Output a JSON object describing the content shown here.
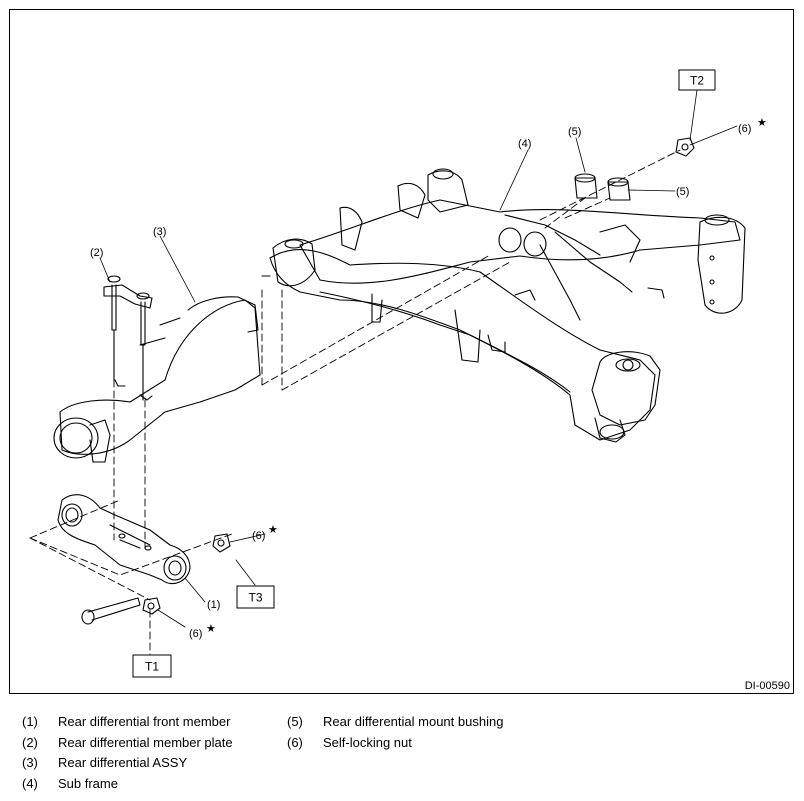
{
  "figure_id": "DI-00590",
  "callouts": {
    "c1": "(1)",
    "c2": "(2)",
    "c3": "(3)",
    "c4": "(4)",
    "c5a": "(5)",
    "c5b": "(5)",
    "c6a": "(6)",
    "c6b": "(6)",
    "c6c": "(6)"
  },
  "star": "★",
  "torque_labels": {
    "t1": "T1",
    "t2": "T2",
    "t3": "T3"
  },
  "legend": [
    {
      "num": "(1)",
      "text": "Rear differential front member"
    },
    {
      "num": "(2)",
      "text": "Rear differential member plate"
    },
    {
      "num": "(3)",
      "text": "Rear differential ASSY"
    },
    {
      "num": "(4)",
      "text": "Sub frame"
    },
    {
      "num": "(5)",
      "text": "Rear differential mount bushing"
    },
    {
      "num": "(6)",
      "text": "Self-locking nut"
    }
  ]
}
